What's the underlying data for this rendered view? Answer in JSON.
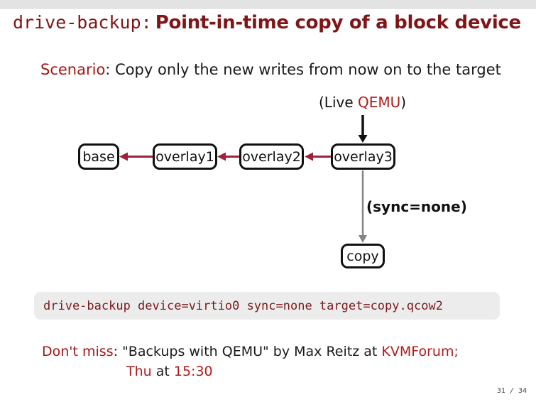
{
  "slide": {
    "title": {
      "code_part": "drive-backup",
      "colon": ":",
      "rest": "Point-in-time copy of a block device"
    },
    "scenario": {
      "label": "Scenario",
      "colon": ":",
      "text": " Copy only the new writes from now on to the target"
    },
    "diagram": {
      "live_label_prefix": "(Live ",
      "live_label_emphasis": "QEMU",
      "live_label_suffix": ")",
      "sync_label": "(sync=none)",
      "nodes": [
        "base",
        "overlay1",
        "overlay2",
        "overlay3",
        "copy"
      ]
    },
    "command": "drive-backup device=virtio0 sync=none target=copy.qcow2",
    "footnote": {
      "label": "Don't miss",
      "colon": ": ",
      "line1_black": "\"Backups with QEMU\" by Max Reitz at ",
      "line1_red": "KVMForum;",
      "line2_red1": "Thu",
      "line2_black": " at ",
      "line2_red2": "15:30"
    },
    "page_number": "31 / 34"
  },
  "colors": {
    "title_red": "#7e1517",
    "body_red": "#a51616",
    "link_red": "#b01b1b",
    "arrow_red": "#9f2038",
    "arrow_gray": "#858585",
    "code_red": "#7b1a1a",
    "code_bg": "#ececec",
    "top_strip": "#e3e3e3"
  }
}
